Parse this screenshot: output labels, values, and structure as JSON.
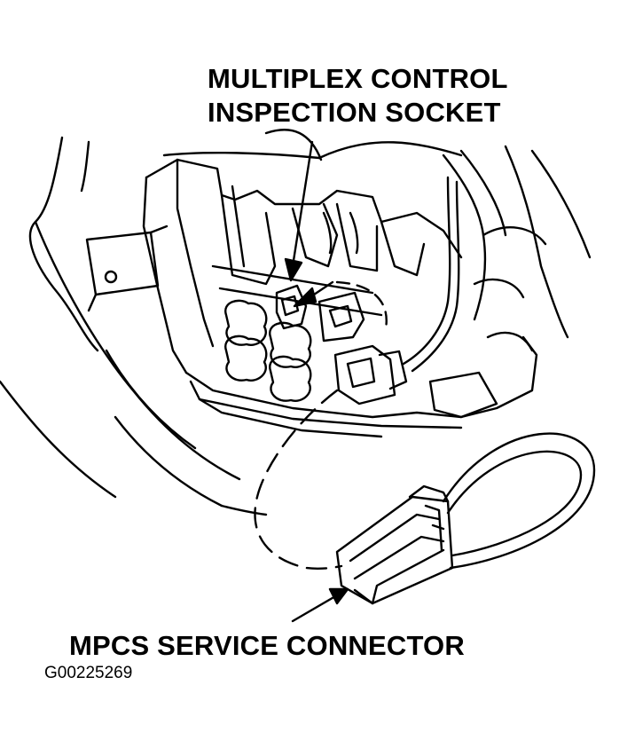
{
  "labels": {
    "top_line_1": "MULTIPLEX CONTROL",
    "top_line_2": "INSPECTION SOCKET",
    "bottom": "MPCS SERVICE CONNECTOR"
  },
  "figure_id": "G00225269"
}
